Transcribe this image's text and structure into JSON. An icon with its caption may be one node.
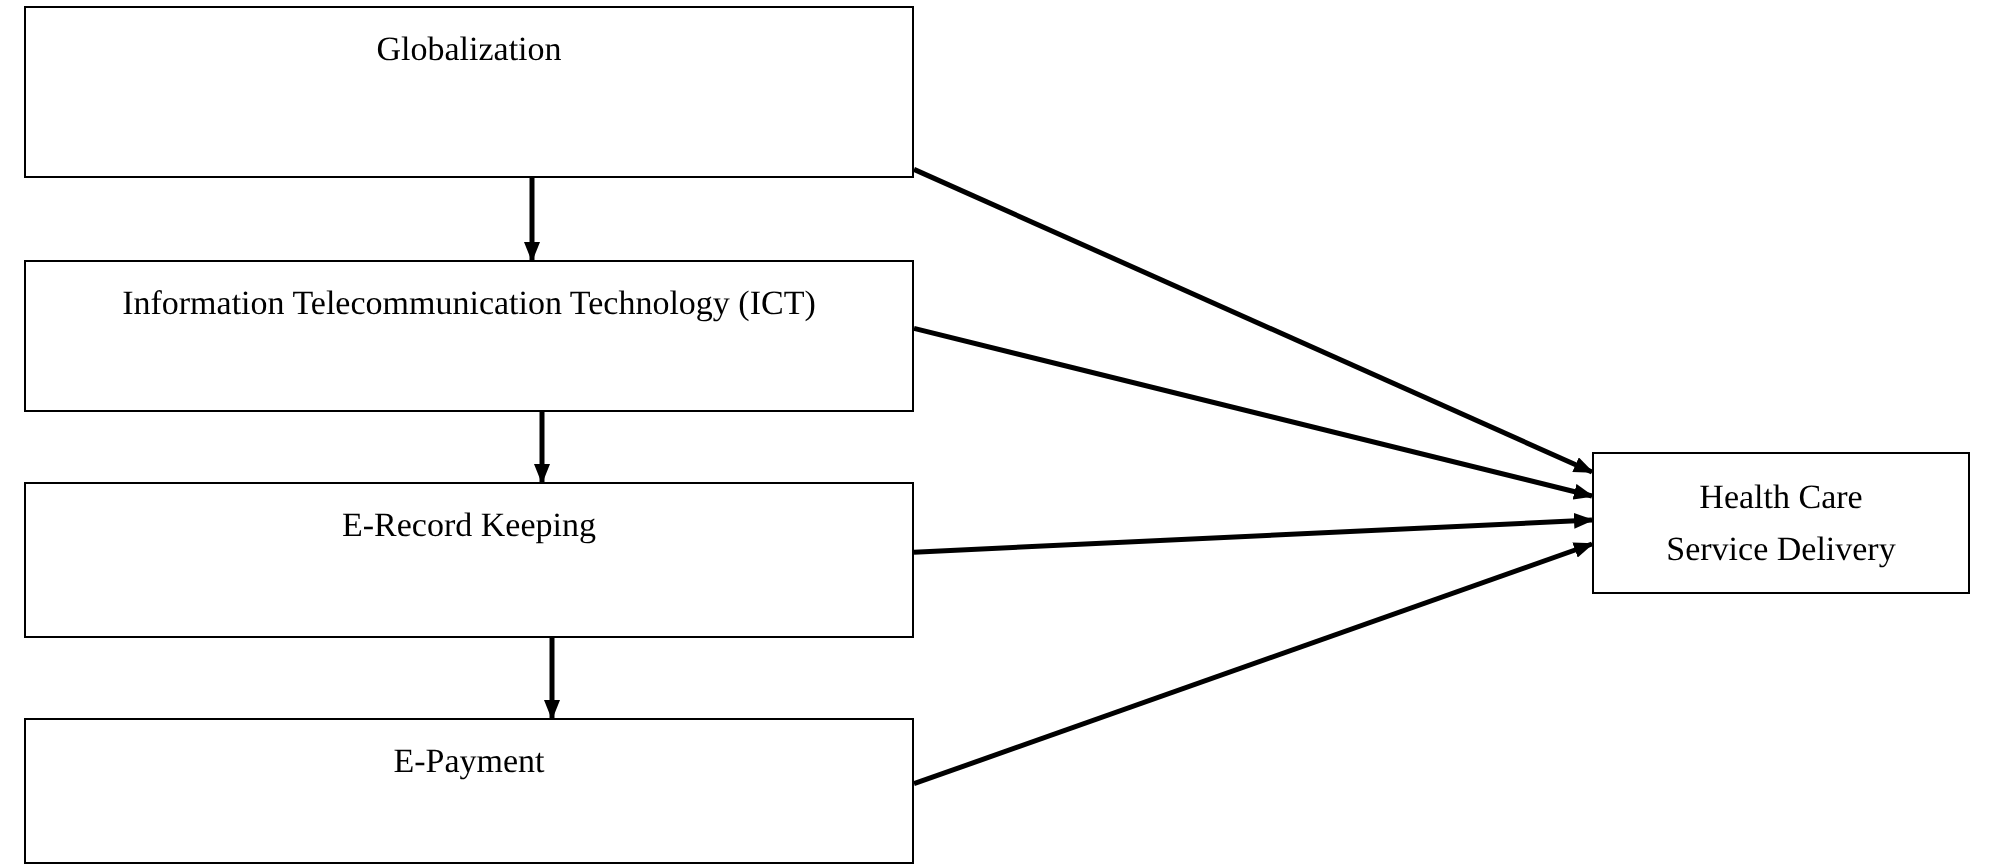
{
  "diagram": {
    "nodes": [
      {
        "text": [
          "Globalization"
        ]
      },
      {
        "text": [
          "Information Telecommunication Technology (ICT)"
        ]
      },
      {
        "text": [
          "E-Record Keeping"
        ]
      },
      {
        "text": [
          "E-Payment"
        ]
      },
      {
        "text": [
          "Health Care Service Delivery"
        ]
      }
    ],
    "edges": [
      {
        "from": 0,
        "to": 1,
        "arrow": "to"
      },
      {
        "from": 1,
        "to": 2,
        "arrow": "to"
      },
      {
        "from": 2,
        "to": 3,
        "arrow": "to"
      },
      {
        "from": 0,
        "to": 4,
        "arrow": "to"
      },
      {
        "from": 1,
        "to": 4,
        "arrow": "to"
      },
      {
        "from": 2,
        "to": 4,
        "arrow": "to"
      },
      {
        "from": 3,
        "to": 4,
        "arrow": "to"
      }
    ]
  }
}
